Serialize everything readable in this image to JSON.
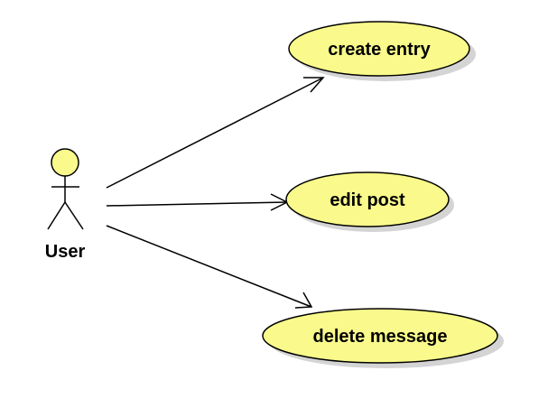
{
  "actor": {
    "label": "User"
  },
  "use_cases": [
    {
      "label": "create entry"
    },
    {
      "label": "edit post"
    },
    {
      "label": "delete message"
    }
  ],
  "colors": {
    "use_case_fill": "#fafa8c",
    "actor_fill": "#fafa8c",
    "stroke": "#000000",
    "shadow": "#d4d4d4"
  }
}
